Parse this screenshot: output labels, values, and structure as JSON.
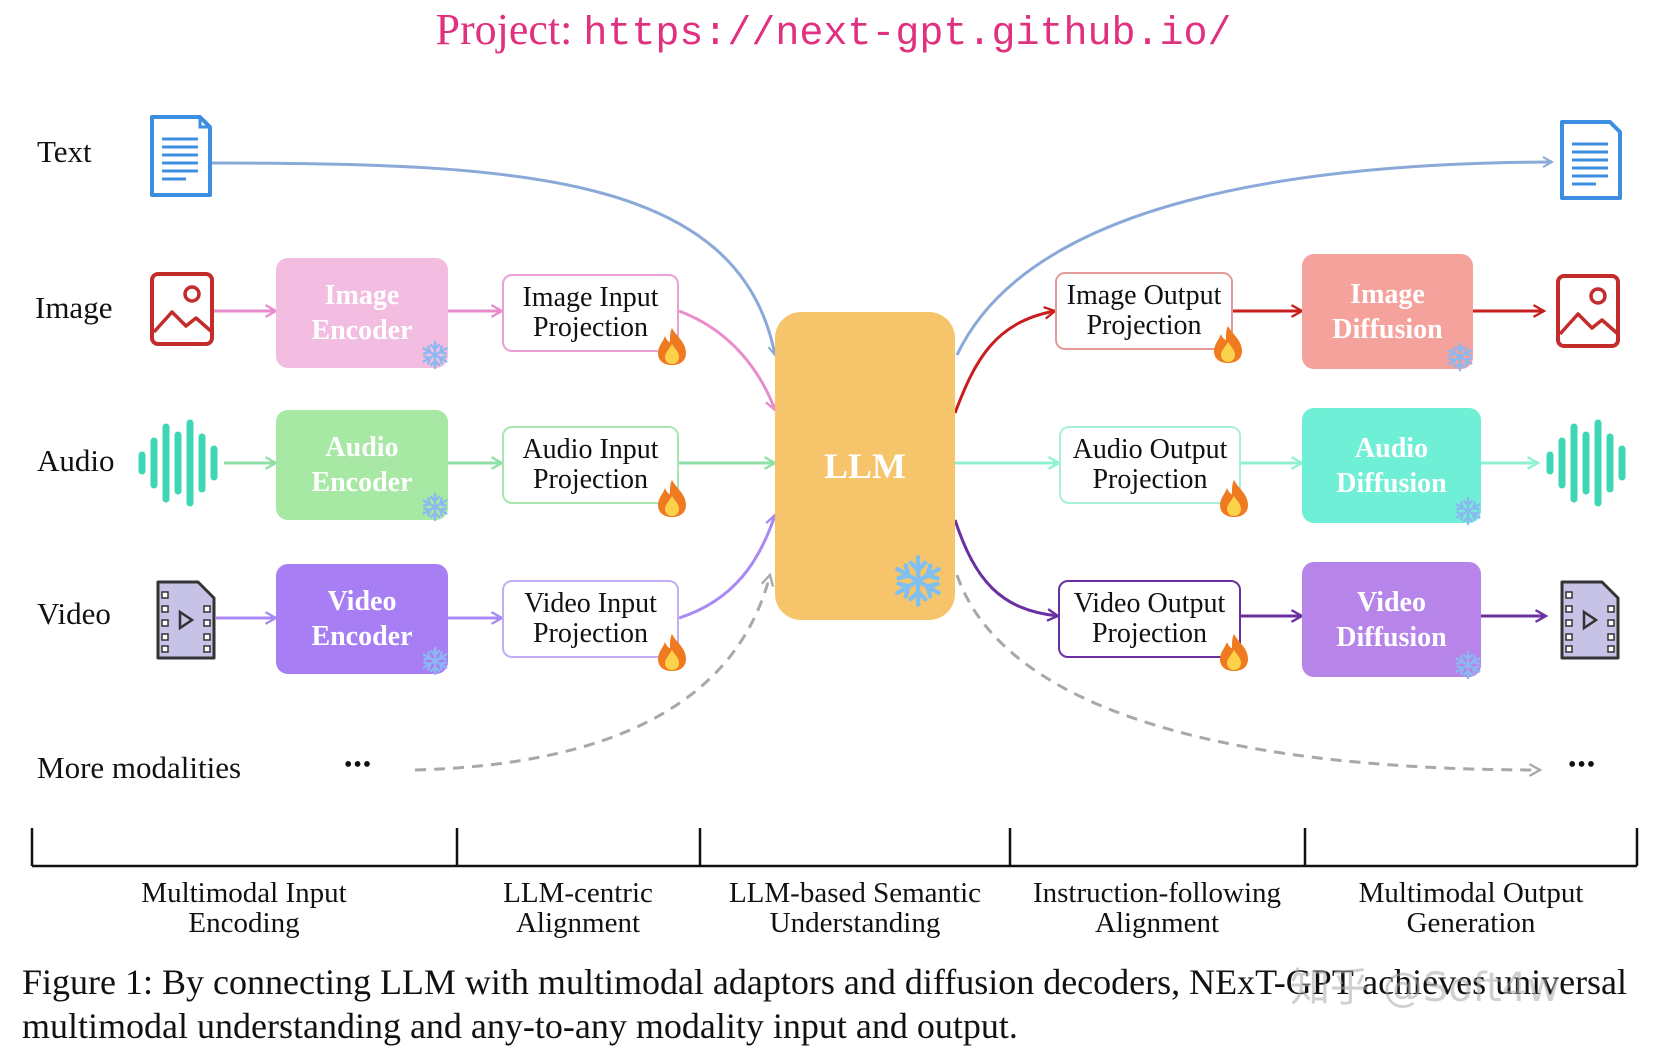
{
  "title": {
    "prefix": "Project: ",
    "url": "https://next-gpt.github.io/"
  },
  "modalities": {
    "text": "Text",
    "image": "Image",
    "audio": "Audio",
    "video": "Video",
    "more": "More modalities",
    "ellipsis": "•••"
  },
  "encoders": {
    "image": "Image\nEncoder",
    "audio": "Audio\nEncoder",
    "video": "Video\nEncoder"
  },
  "input_projections": {
    "image": "Image Input\nProjection",
    "audio": "Audio Input\nProjection",
    "video": "Video Input\nProjection"
  },
  "llm": "LLM",
  "output_projections": {
    "image": "Image Output\nProjection",
    "audio": "Audio Output\nProjection",
    "video": "Video Output\nProjection"
  },
  "diffusions": {
    "image": "Image\nDiffusion",
    "audio": "Audio\nDiffusion",
    "video": "Video\nDiffusion"
  },
  "stages": [
    "Multimodal Input\nEncoding",
    "LLM-centric\nAlignment",
    "LLM-based Semantic\nUnderstanding",
    "Instruction-following\nAlignment",
    "Multimodal Output\nGeneration"
  ],
  "caption": "Figure 1: By connecting LLM with multimodal adaptors and diffusion decoders, NExT-GPT achieves universal multimodal understanding and any-to-any modality input and output.",
  "watermark": "知乎 @Soft4w",
  "colors": {
    "title": "#e0307f",
    "text_edge": "#8aa9d9",
    "image_input": "#e98ccd",
    "audio_input": "#8fe0a6",
    "video_input": "#a98af5",
    "image_output": "#c81e1e",
    "audio_output": "#8ff0d4",
    "video_output": "#6a2fa0",
    "dashed": "#a8a8a8",
    "image_encoder": "#f2bde0",
    "audio_encoder": "#a7e8a4",
    "video_encoder": "#a77ef3",
    "image_diffusion": "#f5a19c",
    "audio_diffusion": "#6ff0d6",
    "video_diffusion": "#b784ea",
    "llm": "#f6c46a"
  },
  "icons": [
    "document-icon",
    "image-icon",
    "waveform-icon",
    "video-file-icon",
    "snowflake-icon",
    "flame-icon"
  ]
}
